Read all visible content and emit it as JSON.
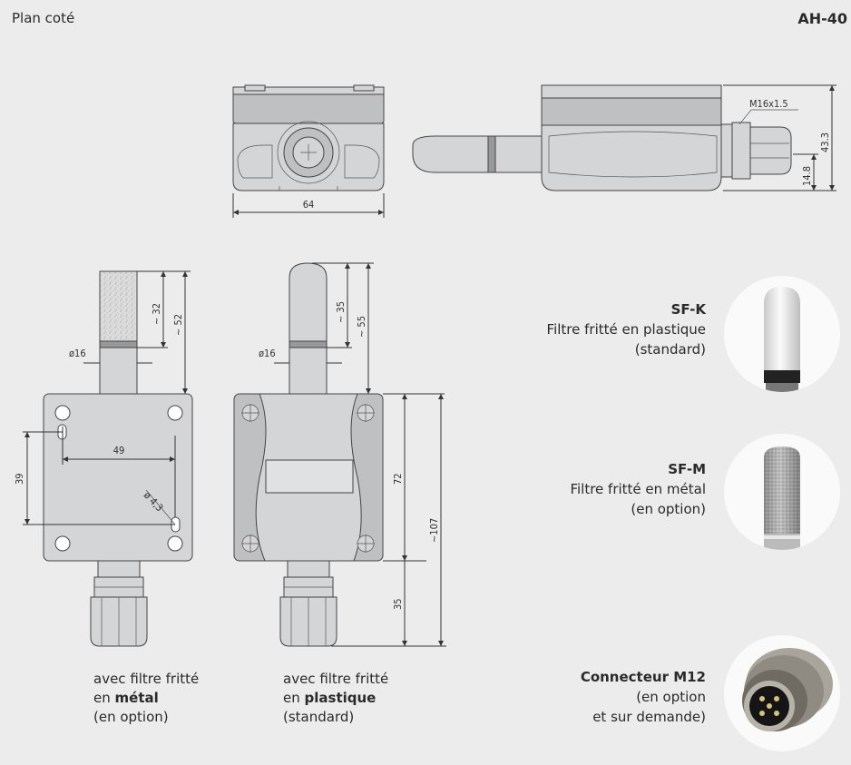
{
  "header": {
    "title": "Plan coté",
    "model": "AH-40"
  },
  "dimensions": {
    "front_width": "64",
    "height_total": "43.3",
    "height_lower": "14.8",
    "gland_thread": "M16x1.5",
    "metal_filter_len": "~ 32",
    "metal_probe_len": "~ 52",
    "metal_filter_dia": "ø16",
    "hole_spacing_h": "49",
    "hole_spacing_v": "39",
    "hole_dia": "ø 4,3",
    "plastic_filter_len": "~ 35",
    "plastic_probe_len": "~ 55",
    "plastic_filter_dia": "ø16",
    "housing_h": "72",
    "overall_h": "~107",
    "gland_len": "35"
  },
  "captions": {
    "metal": {
      "line1": "avec filtre fritté",
      "line2_prefix": "en ",
      "line2_bold": "métal",
      "line3": "(en option)"
    },
    "plastic": {
      "line1": "avec filtre fritté",
      "line2_prefix": "en ",
      "line2_bold": "plastique",
      "line3": "(standard)"
    }
  },
  "options": [
    {
      "code": "SF-K",
      "desc": "Filtre fritté en plastique",
      "note": "(standard)"
    },
    {
      "code": "SF-M",
      "desc": "Filtre fritté en métal",
      "note": "(en option)"
    },
    {
      "code": "Connecteur M12",
      "desc": "(en option",
      "note": "et sur demande)"
    }
  ]
}
